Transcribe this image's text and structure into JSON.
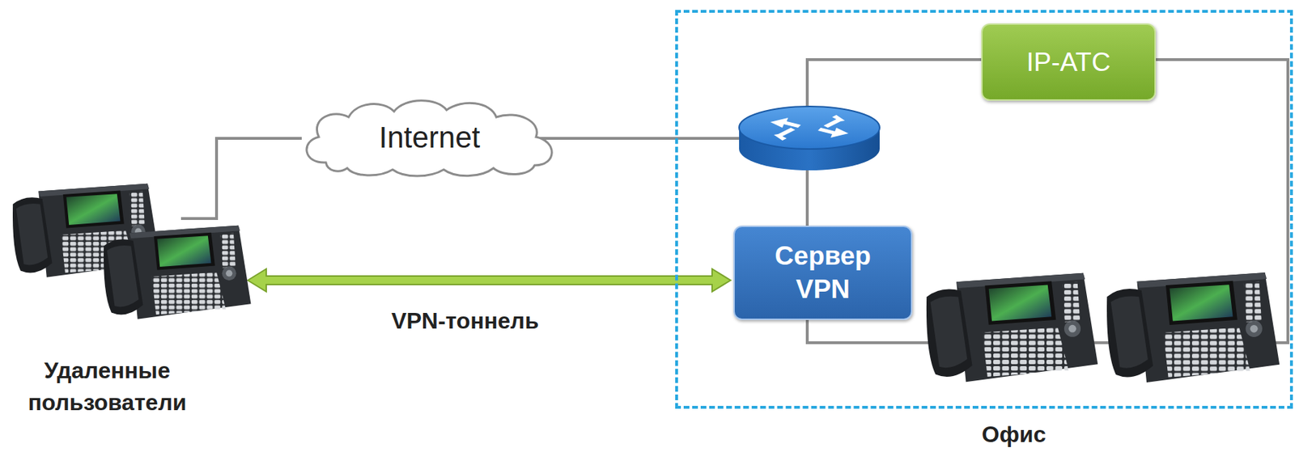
{
  "diagram": {
    "nodes": [
      {
        "text": [
          "Internet"
        ]
      },
      {
        "text": [
          "Офис"
        ]
      },
      {
        "text": [
          "IP-АТС"
        ],
        "in": 1
      },
      {
        "text": [
          "Сервер VPN"
        ],
        "in": 1
      }
    ],
    "labels": [
      "VPN-тоннель",
      "Удаленные пользователи"
    ]
  }
}
